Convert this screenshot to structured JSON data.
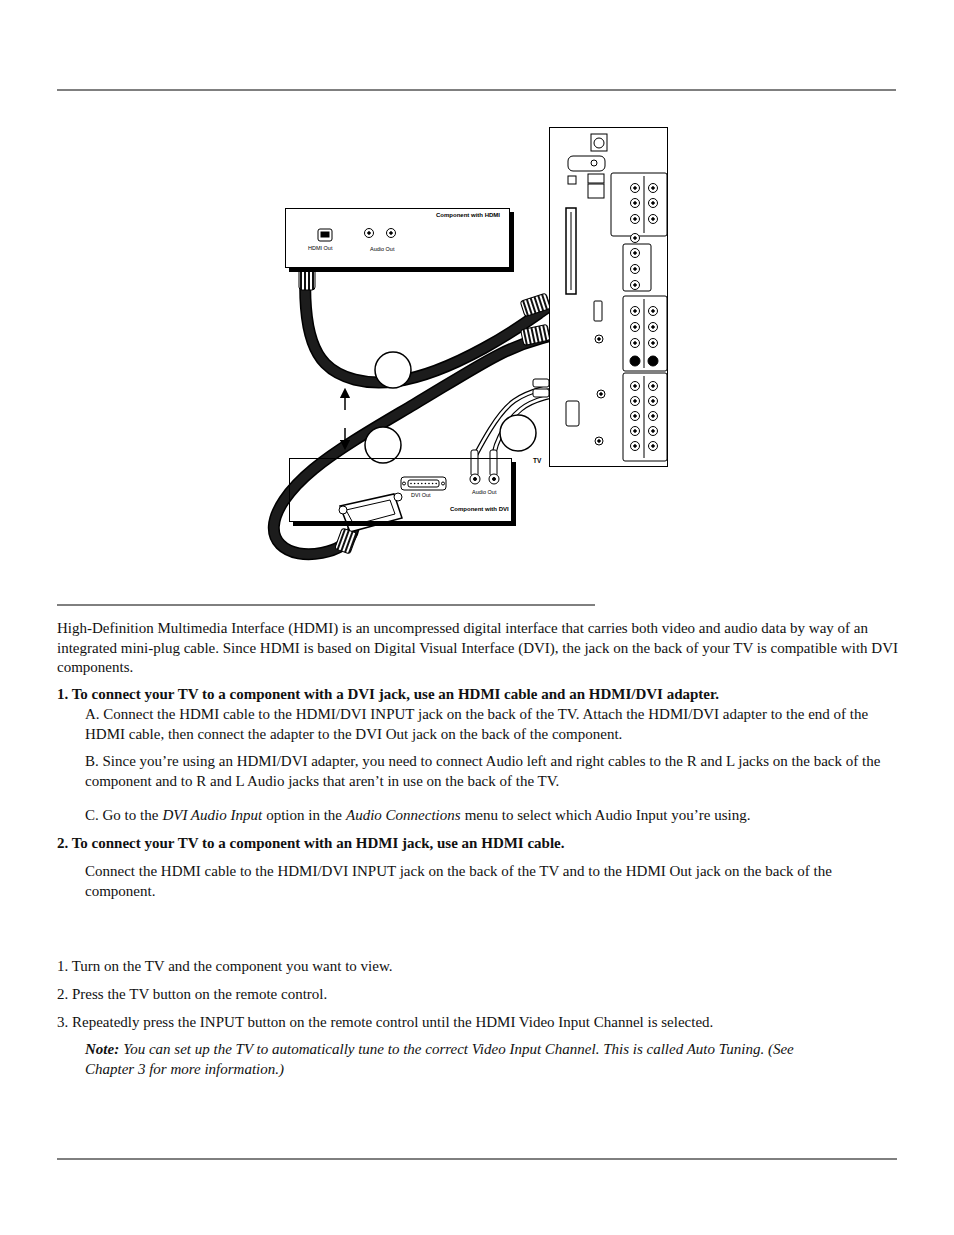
{
  "diagram": {
    "nodes": [
      {
        "text": [
          "Component with HDMI",
          "HDMI Out",
          "Audio Out"
        ]
      },
      {
        "text": [
          "TV"
        ]
      },
      {
        "text": [
          "DVI Out",
          "Audio Out",
          "Component with DVI"
        ]
      }
    ],
    "edges": [
      {
        "from": 0,
        "to": 1,
        "arrow": "none"
      },
      {
        "from": 2,
        "to": 1,
        "arrow": "none"
      },
      {
        "from": 2,
        "to": 1,
        "arrow": "none"
      }
    ],
    "labels": [
      "High-Definition Multimedia Interface (HDMI) is an uncompressed digital interface that carries both video and audio data by way of an integrated mini-plug cable. Since HDMI is based on Digital Visual Interface (DVI), the jack on the back of your TV is compatible with DVI components.",
      "1. To connect your TV to a component with a DVI jack, use an HDMI cable and an HDMI/DVI adapter.",
      "A. Connect the HDMI cable to the HDMI/DVI INPUT jack on the back of the TV. Attach the HDMI/DVI adapter to the end of the HDMI cable, then connect the adapter to the DVI Out jack on the back of the component.",
      "B. Since you’re using an HDMI/DVI adapter, you need to connect Audio left and right cables to the R and L jacks on the back of the component and to R and L Audio jacks that aren’t in use on the back of the TV.",
      "C. Go to the",
      "DVI Audio Input",
      "option in the",
      "Audio Connections",
      "menu to select which Audio Input you’re using.",
      "2. To connect your TV to a component with an HDMI jack, use an HDMI cable.",
      "Connect the HDMI cable to the HDMI/DVI INPUT jack on the back of the TV and to the HDMI Out jack on the back of the component.",
      "1. Turn on the TV and the component you want to view.",
      "2. Press the TV button on the remote control.",
      "3. Repeatedly press the INPUT button on the remote control until the HDMI Video Input Channel is selected.",
      "Note:",
      "You can set up the TV to automatically tune to the correct Video Input Channel. This is called Auto Tuning. (See Chapter 3 for more information.)"
    ]
  }
}
